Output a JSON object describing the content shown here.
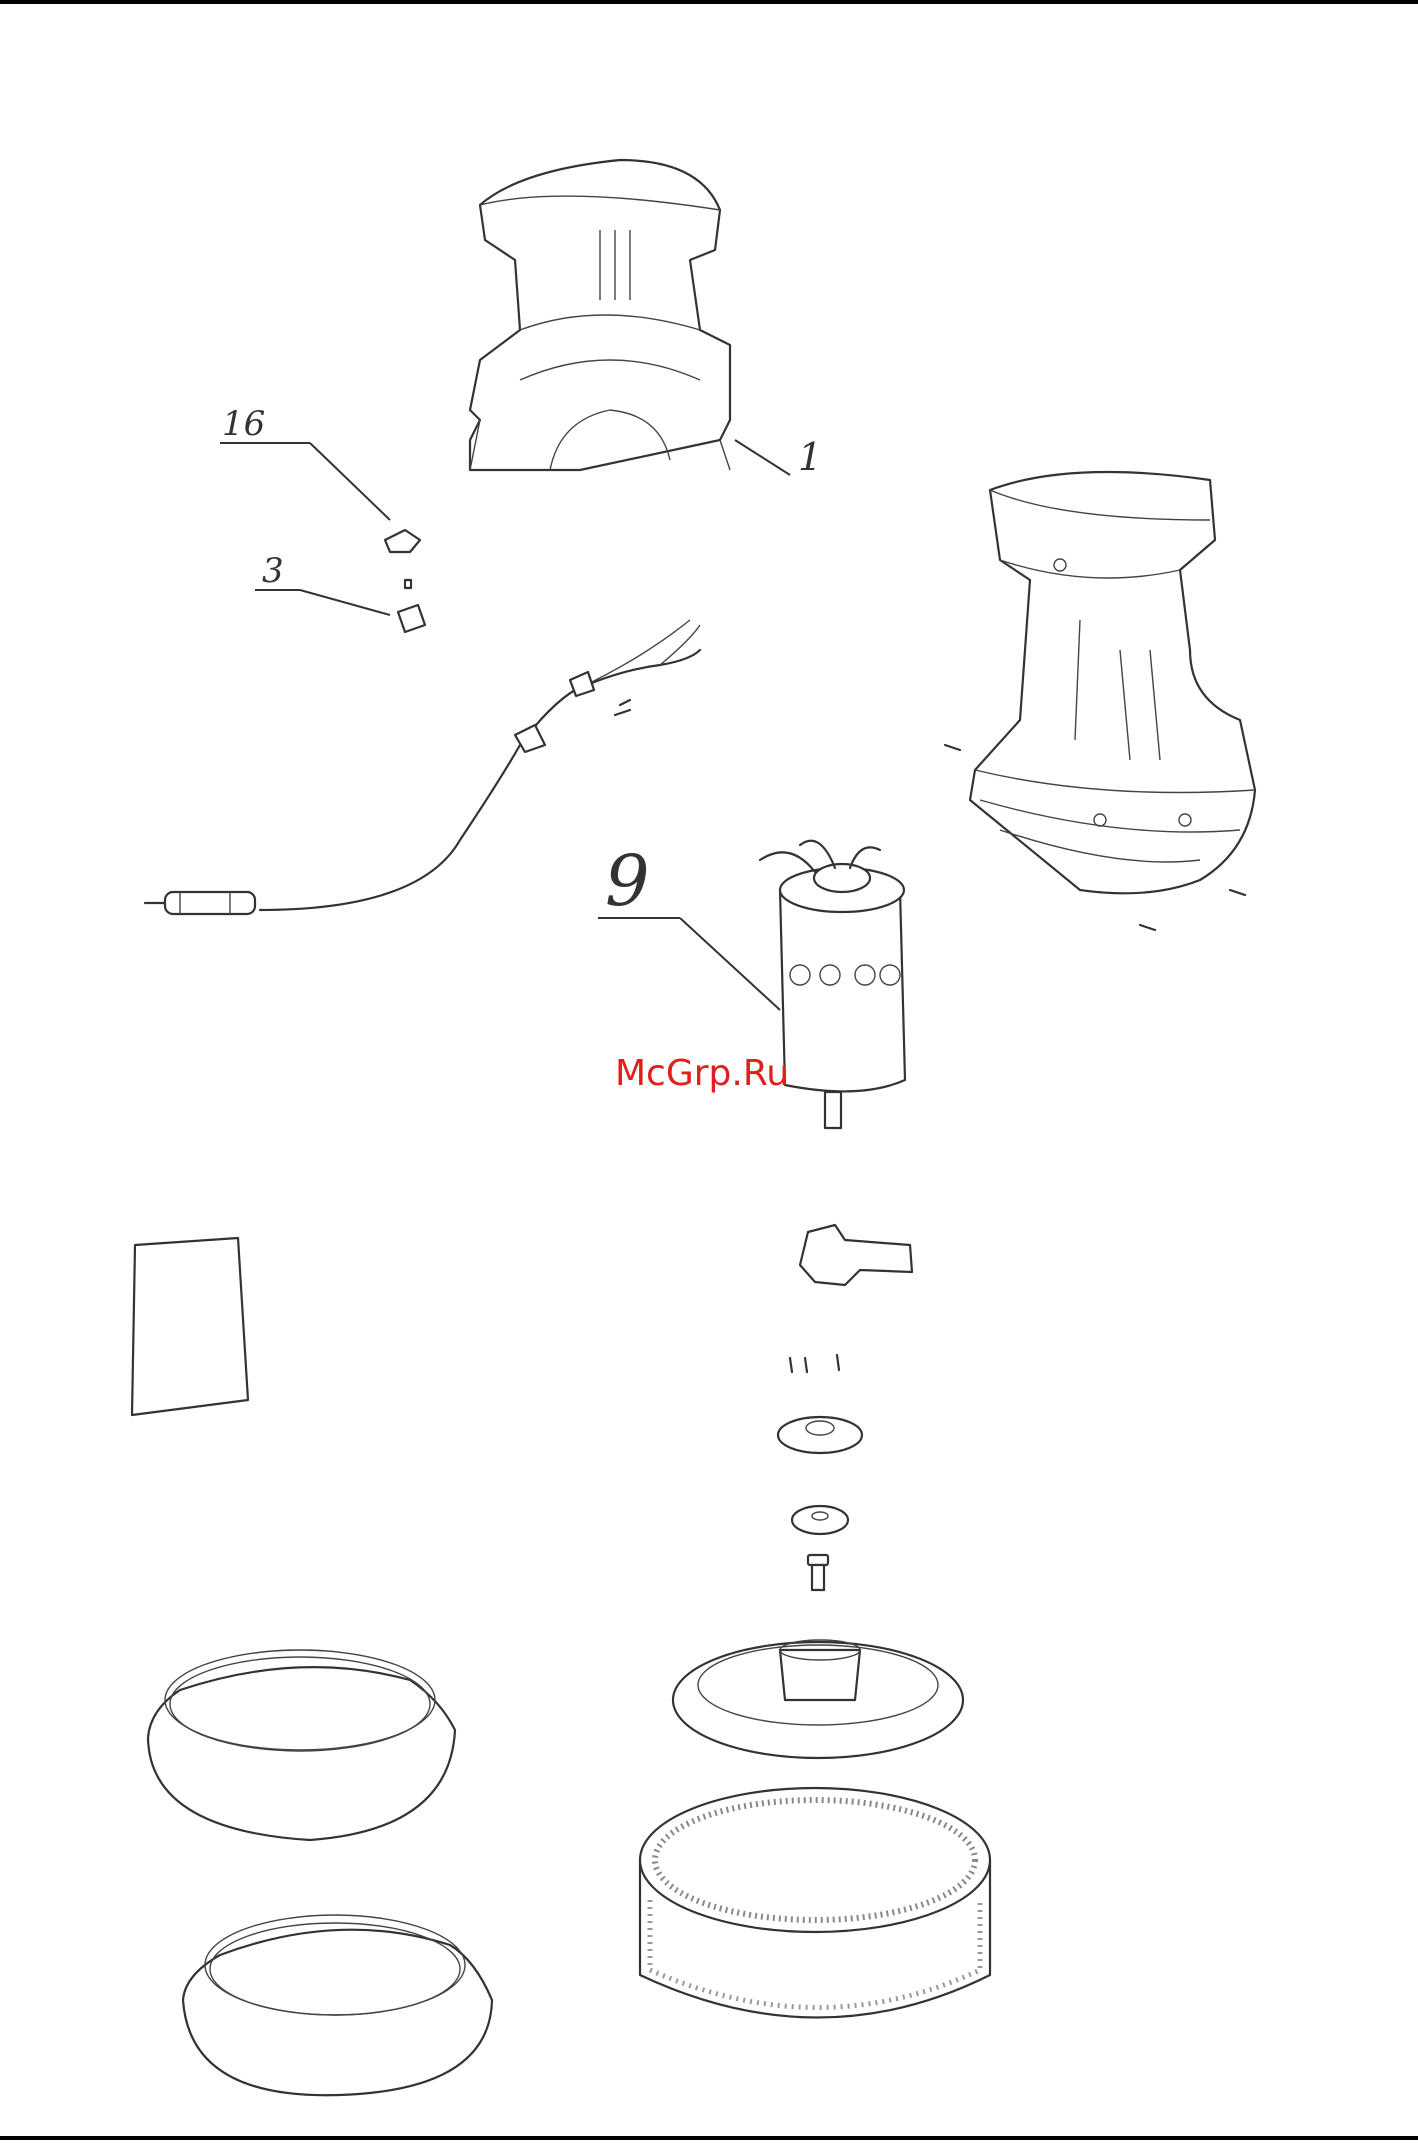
{
  "callouts": {
    "c1": "1",
    "c3": "3",
    "c9": "9",
    "c16": "16"
  },
  "watermark": "McGrp.Ru",
  "colors": {
    "watermark": "#e0201e",
    "line": "#333333",
    "rule": "#000000"
  }
}
